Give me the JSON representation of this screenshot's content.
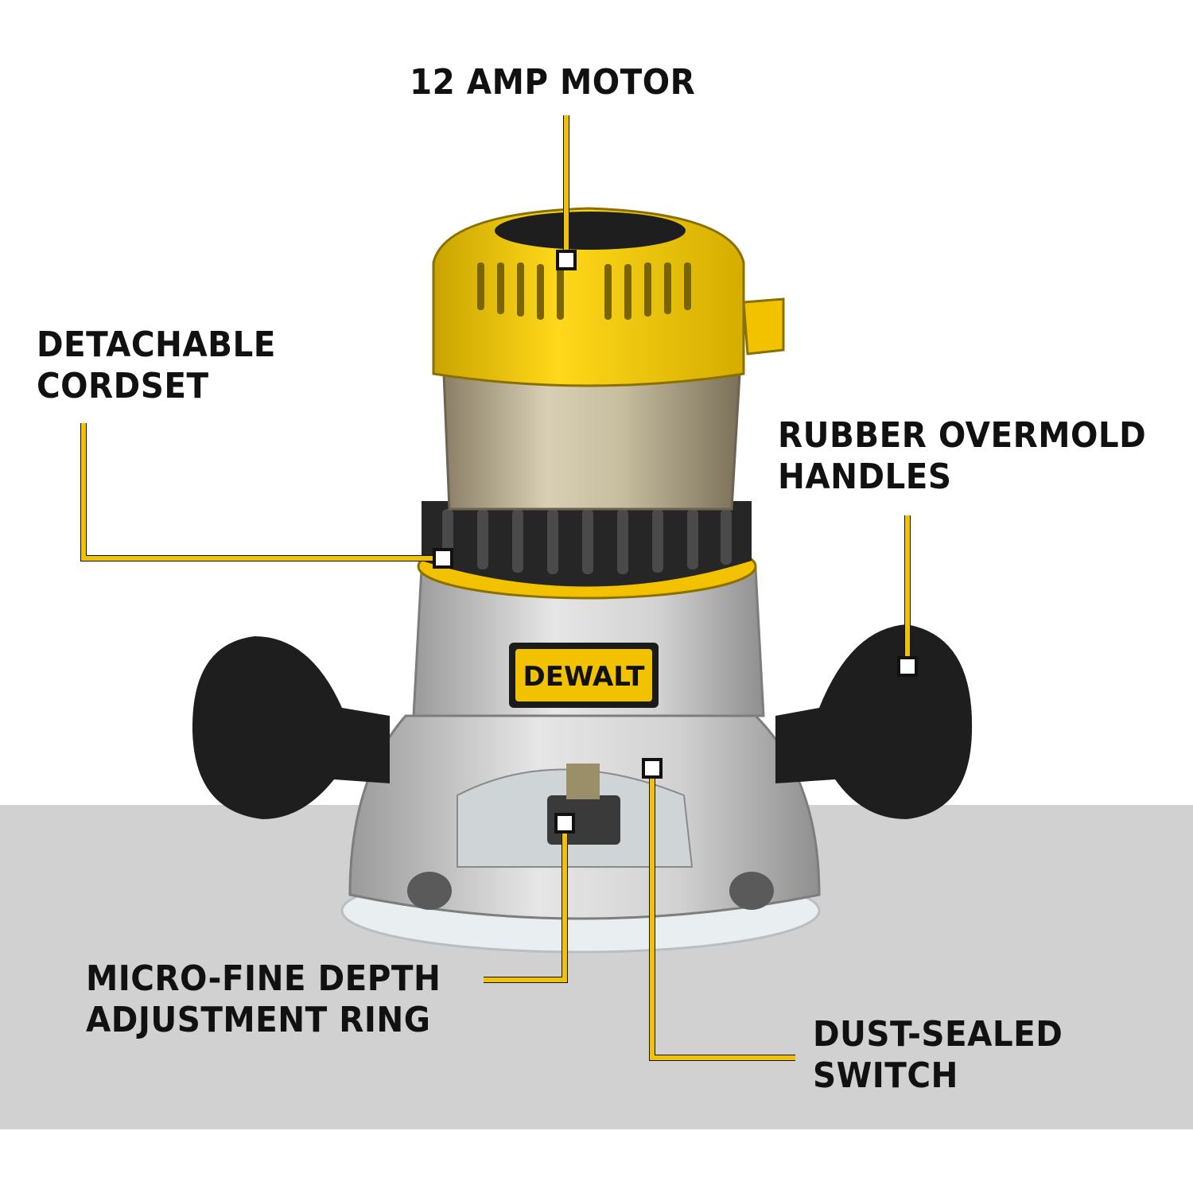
{
  "brand": {
    "logo_text": "DEWALT",
    "accent": "#f2c200",
    "dark": "#1b1b1b"
  },
  "callouts": {
    "motor": {
      "line1": "12 AMP MOTOR"
    },
    "cordset": {
      "line1": "DETACHABLE",
      "line2": "CORDSET"
    },
    "handles": {
      "line1": "RUBBER OVERMOLD",
      "line2": "HANDLES"
    },
    "depth": {
      "line1": "MICRO-FINE DEPTH",
      "line2": "ADJUSTMENT RING"
    },
    "switch": {
      "line1": "DUST-SEALED",
      "line2": "SWITCH"
    }
  }
}
